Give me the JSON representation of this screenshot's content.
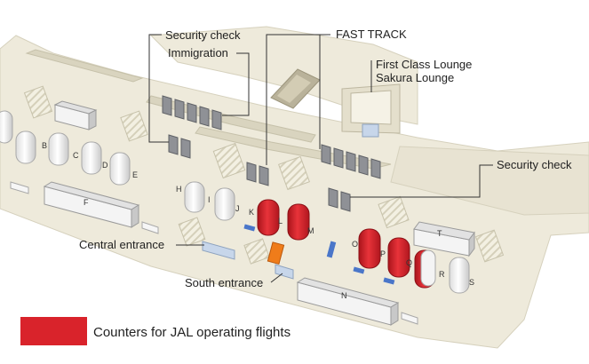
{
  "map": {
    "labels": {
      "security_check_top": "Security check",
      "immigration": "Immigration",
      "fast_track": "FAST TRACK",
      "first_class_lounge": "First Class Lounge",
      "sakura_lounge": "Sakura Lounge",
      "security_check_right": "Security check",
      "central_entrance": "Central entrance",
      "south_entrance": "South entrance"
    },
    "counters": [
      "B",
      "C",
      "D",
      "E",
      "F",
      "H",
      "I",
      "J",
      "K",
      "L",
      "M",
      "N",
      "O",
      "P",
      "Q",
      "R",
      "S",
      "T"
    ],
    "jal_counters": [
      "L",
      "M",
      "O",
      "P",
      "Q",
      "R"
    ]
  },
  "legend": {
    "label": "Counters for JAL operating flights",
    "color": "#d9232b"
  },
  "colors": {
    "floor": "#eeeadb",
    "wall": "#cfcab3",
    "counter_white": "#f4f4f4",
    "gate_grey": "#8f9196",
    "jal_red": "#d9232b",
    "blue_marker": "#4a76c9",
    "orange_marker": "#ef7c1a",
    "glass": "#c7d6ea"
  }
}
